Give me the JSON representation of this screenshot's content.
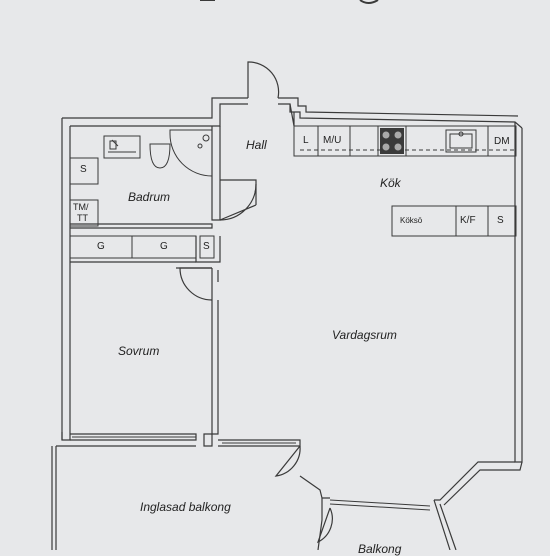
{
  "rooms": {
    "hall": "Hall",
    "badrum": "Badrum",
    "kok": "Kök",
    "sovrum": "Sovrum",
    "vardagsrum": "Vardagsrum",
    "inglasad_balkong": "Inglasad balkong",
    "balkong_partial": "Balkong"
  },
  "fixtures": {
    "kitchen_l": "L",
    "kitchen_mu": "M/U",
    "kitchen_dm": "DM",
    "koksso": "Köksö",
    "kf": "K/F",
    "kitchen_s": "S",
    "bath_s": "S",
    "tmtt_top": "TM/",
    "tmtt_bottom": "TT",
    "wardrobe_g1": "G",
    "wardrobe_g2": "G",
    "wardrobe_s": "S"
  },
  "colors": {
    "paper": "#e7e8ea",
    "line": "#3a3a3a",
    "text": "#222222"
  }
}
